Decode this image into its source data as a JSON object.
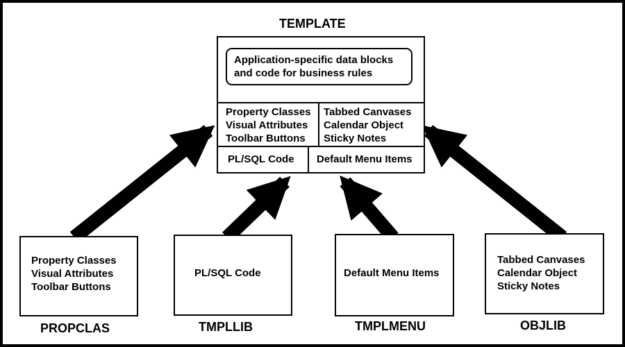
{
  "template": {
    "title": "TEMPLATE",
    "top_block": [
      "Application-specific data blocks",
      "and code for business rules"
    ],
    "cell_left_mid": [
      "Property Classes",
      "Visual Attributes",
      "Toolbar Buttons"
    ],
    "cell_right_mid": [
      "Tabbed Canvases",
      "Calendar Object",
      "Sticky Notes"
    ],
    "cell_left_bottom": "PL/SQL Code",
    "cell_right_bottom": "Default Menu Items"
  },
  "libraries": [
    {
      "name": "PROPCLAS",
      "lines": [
        "Property Classes",
        "Visual Attributes",
        "Toolbar Buttons"
      ]
    },
    {
      "name": "TMPLLIB",
      "lines": [
        "PL/SQL Code"
      ]
    },
    {
      "name": "TMPLMENU",
      "lines": [
        "Default Menu Items"
      ]
    },
    {
      "name": "OBJLIB",
      "lines": [
        "Tabbed Canvases",
        "Calendar Object",
        "Sticky Notes"
      ]
    }
  ]
}
